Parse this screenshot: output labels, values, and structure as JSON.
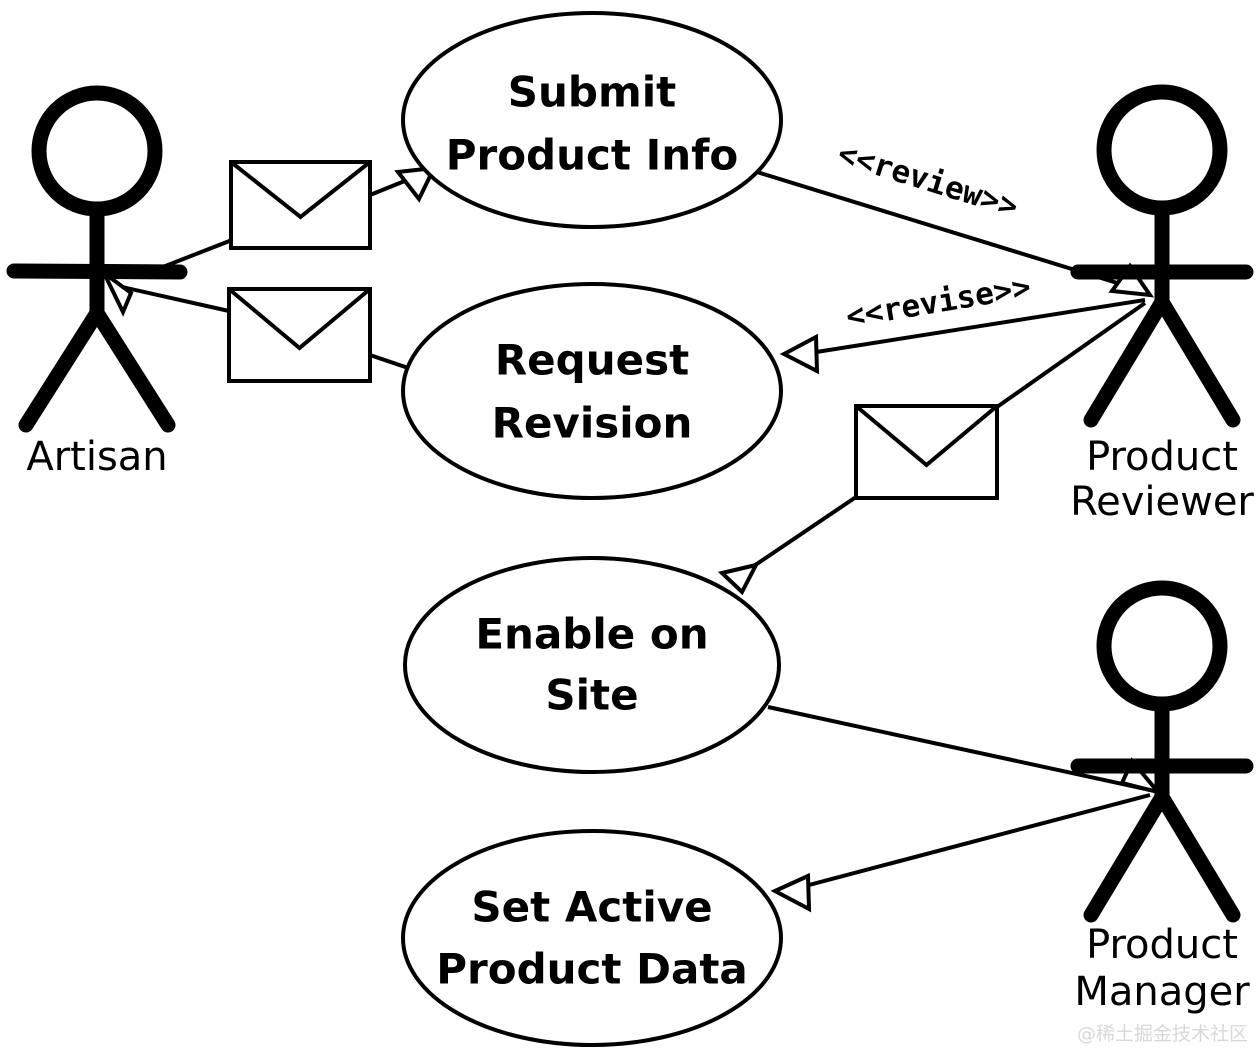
{
  "diagram": {
    "type": "uml-use-case-diagram",
    "background_color": "#ffffff",
    "stroke_color": "#000000",
    "actors": [
      {
        "id": "artisan",
        "label": "Artisan"
      },
      {
        "id": "product-reviewer",
        "label_line1": "Product",
        "label_line2": "Reviewer"
      },
      {
        "id": "product-manager",
        "label_line1": "Product",
        "label_line2": "Manager"
      }
    ],
    "use_cases": [
      {
        "id": "submit-product-info",
        "line1": "Submit",
        "line2": "Product Info"
      },
      {
        "id": "request-revision",
        "line1": "Request",
        "line2": "Revision"
      },
      {
        "id": "enable-on-site",
        "line1": "Enable on",
        "line2": "Site"
      },
      {
        "id": "set-active-product-data",
        "line1": "Set Active",
        "line2": "Product Data"
      }
    ],
    "stereotypes": [
      {
        "id": "review",
        "label": "<<review>>"
      },
      {
        "id": "revise",
        "label": "<<revise>>"
      }
    ],
    "message_icons": [
      {
        "id": "envelope-submit"
      },
      {
        "id": "envelope-revision"
      },
      {
        "id": "envelope-enable"
      }
    ],
    "watermark": "@稀土掘金技术社区"
  }
}
